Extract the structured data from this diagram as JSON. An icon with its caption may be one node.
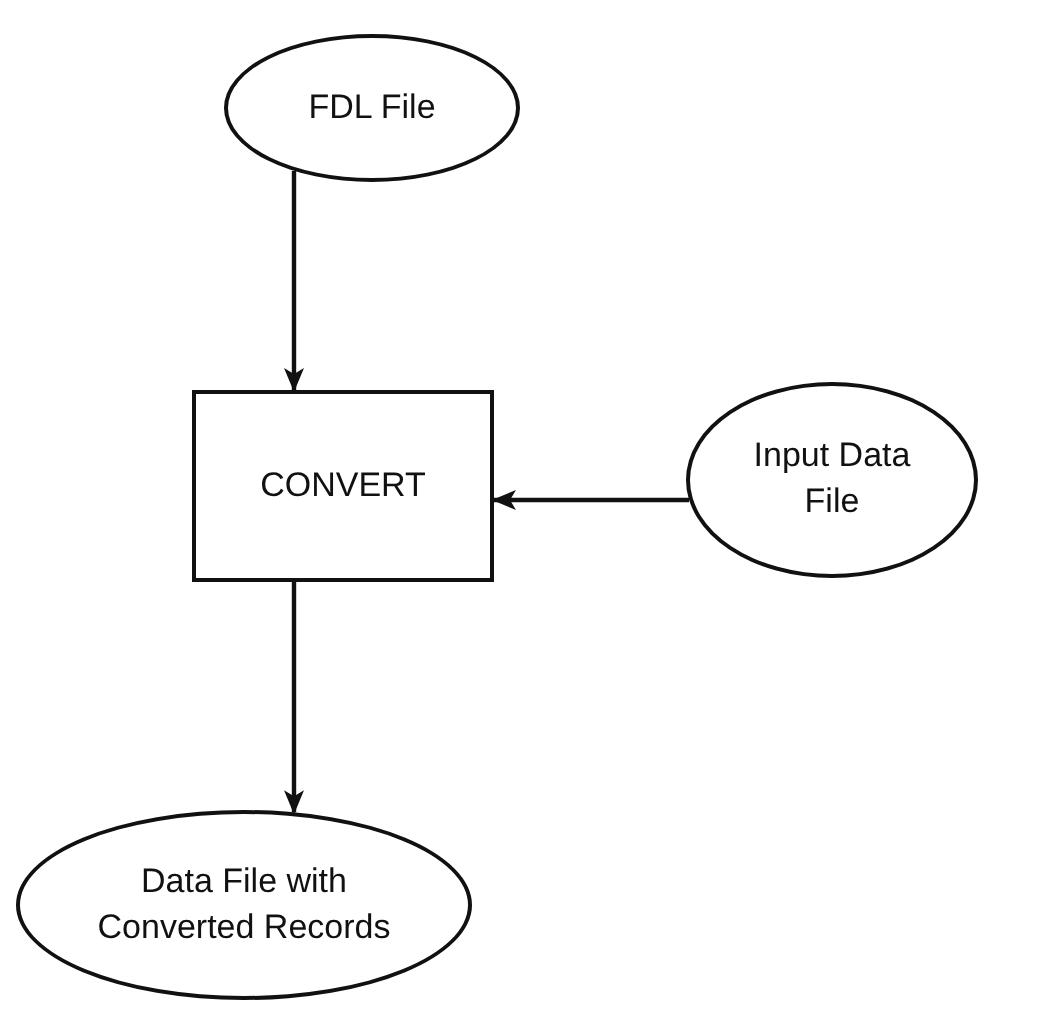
{
  "diagram": {
    "nodes": [
      {
        "text": [
          "FDL File"
        ]
      },
      {
        "text": [
          "CONVERT"
        ]
      },
      {
        "text": [
          "Input Data File"
        ]
      },
      {
        "text": [
          "Data File with Converted Records"
        ]
      }
    ],
    "edges": [
      {
        "from": 0,
        "to": 1,
        "arrow": "to"
      },
      {
        "from": 2,
        "to": 1,
        "arrow": "to"
      },
      {
        "from": 1,
        "to": 3,
        "arrow": "to"
      }
    ]
  }
}
